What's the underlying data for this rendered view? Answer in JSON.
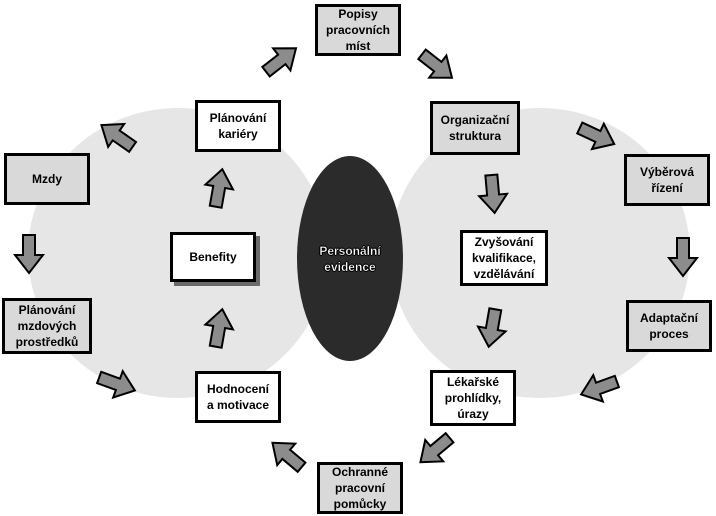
{
  "diagram": {
    "center": {
      "label": "Personální\nevidence"
    },
    "nodes": {
      "popisy": "Popisy\npracovních\nmíst",
      "organizacni": "Organizační\nstruktura",
      "vyberova": "Výběrová\nřízení",
      "zvysovani": "Zvyšování\nkvalifikace,\nvzdělávání",
      "adaptacni": "Adaptační\nproces",
      "lekarske": "Lékařské\nprohlídky,\núrazy",
      "ochranne": "Ochranné\npracovní\npomůcky",
      "hodnoceni": "Hodnocení\na motivace",
      "benefity": "Benefity",
      "planovani_kariery": "Plánování\nkariéry",
      "mzdy": "Mzdy",
      "planovani_mzdovych": "Plánování\nmzdových\nprostředků"
    },
    "colors": {
      "box_fill": "#d9d9d9",
      "box_border": "#000000",
      "arrow_fill": "#8c8c8c",
      "background_blob": "#e6e6e6",
      "center_fill": "#2b2b2b",
      "center_text": "#ffffff"
    }
  }
}
